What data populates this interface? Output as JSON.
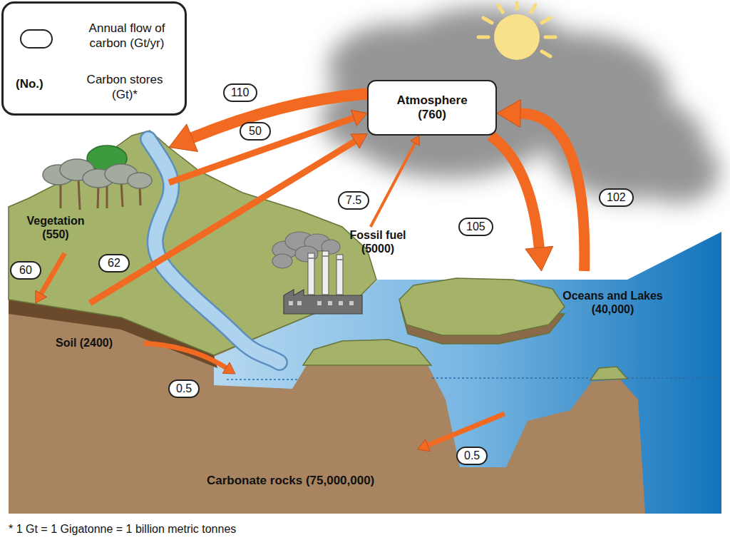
{
  "diagram": {
    "caption": "* 1 Gt = 1 Gigatonne = 1 billion metric tonnes",
    "nodes": [
      {
        "text": [
          "Atmosphere (760)"
        ]
      },
      {
        "text": [
          "Vegetation (550)"
        ]
      },
      {
        "text": [
          "Fossil fuel (5000)"
        ]
      },
      {
        "text": [
          "Oceans and Lakes (40,000)"
        ]
      },
      {
        "text": [
          "Soil (2400)"
        ]
      },
      {
        "text": [
          "Carbonate rocks (75,000,000)"
        ]
      }
    ],
    "edges": [
      {
        "from": 0,
        "to": 1,
        "label": "110",
        "arrow": "to"
      },
      {
        "from": 1,
        "to": 0,
        "label": "50",
        "arrow": "to"
      },
      {
        "from": 4,
        "to": 0,
        "label": "62",
        "arrow": "to"
      },
      {
        "from": 2,
        "to": 0,
        "label": "7.5",
        "arrow": "to"
      },
      {
        "from": 1,
        "to": 4,
        "label": "60",
        "arrow": "to"
      },
      {
        "from": 0,
        "to": 3,
        "label": "105",
        "arrow": "to"
      },
      {
        "from": 3,
        "to": 0,
        "label": "102",
        "arrow": "to"
      },
      {
        "from": 4,
        "to": 3,
        "label": "0.5",
        "arrow": "to"
      },
      {
        "from": 3,
        "to": 5,
        "label": "0.5",
        "arrow": "to"
      }
    ],
    "labels": [
      "(No.)"
    ],
    "legend": [
      {
        "text": "Annual flow of carbon (Gt/yr)"
      },
      {
        "text": "Carbon stores (Gt)*"
      }
    ]
  }
}
